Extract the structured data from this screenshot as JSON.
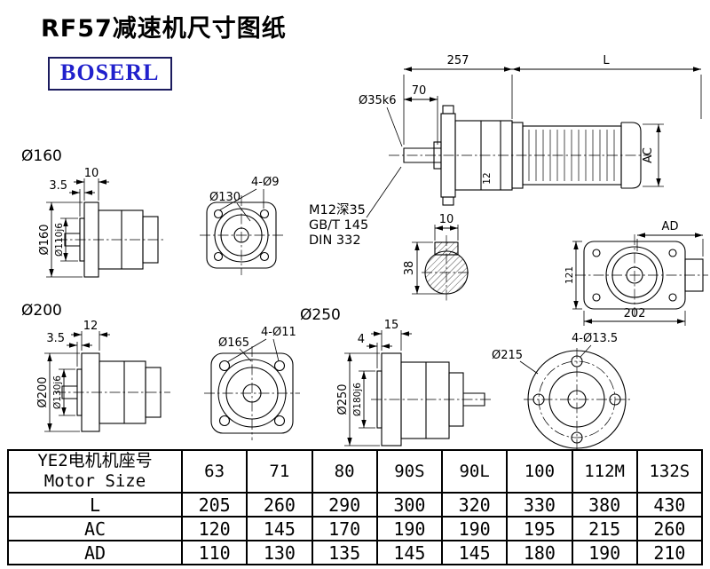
{
  "page": {
    "title": "RF57减速机尺寸图纸",
    "logo": "BOSERL"
  },
  "main_view": {
    "dim_257": "257",
    "dim_l": "L",
    "dim_70": "70",
    "dim_shaft_dia": "Ø35k6",
    "dim_ac": "AC",
    "dim_12": "12",
    "thread_note_line1": "M12深35",
    "thread_note_line2": "GB/T 145",
    "thread_note_line3": "DIN 332"
  },
  "flange160_view": {
    "label": "Ø160",
    "dim_10": "10",
    "dim_3_5": "3.5",
    "dim_dia160": "Ø160",
    "dim_dia110": "Ø110j6"
  },
  "bolt130_view": {
    "dim_dia130": "Ø130",
    "dim_holes": "4-Ø9"
  },
  "key_section_view": {
    "dim_10": "10",
    "dim_38": "38"
  },
  "motor_end_view": {
    "dim_ad": "AD",
    "dim_121": "121",
    "dim_202": "202"
  },
  "flange200_view": {
    "label": "Ø200",
    "dim_12": "12",
    "dim_3_5": "3.5",
    "dim_dia200": "Ø200",
    "dim_dia130": "Ø130j6"
  },
  "bolt165_view": {
    "dim_dia165": "Ø165",
    "dim_holes": "4-Ø11"
  },
  "flange250_view": {
    "label": "Ø250",
    "dim_15": "15",
    "dim_4": "4",
    "dim_dia250": "Ø250",
    "dim_dia180": "Ø180j6"
  },
  "bolt215_view": {
    "dim_dia215": "Ø215",
    "dim_holes": "4-Ø13.5"
  },
  "table": {
    "header": {
      "label_cn": "YE2电机机座号",
      "label_en": "Motor Size",
      "sizes": [
        "63",
        "71",
        "80",
        "90S",
        "90L",
        "100",
        "112M",
        "132S"
      ]
    },
    "rows": [
      {
        "label": "L",
        "values": [
          "205",
          "260",
          "290",
          "300",
          "320",
          "330",
          "380",
          "430"
        ]
      },
      {
        "label": "AC",
        "values": [
          "120",
          "145",
          "170",
          "190",
          "190",
          "195",
          "215",
          "260"
        ]
      },
      {
        "label": "AD",
        "values": [
          "110",
          "130",
          "135",
          "145",
          "145",
          "180",
          "190",
          "210"
        ]
      }
    ]
  },
  "colors": {
    "drawing_line": "#000000",
    "logo_text": "#2020cc",
    "logo_border": "#1b1b5e",
    "table_border": "#000000",
    "background": "#ffffff",
    "title_text": "#000000"
  }
}
